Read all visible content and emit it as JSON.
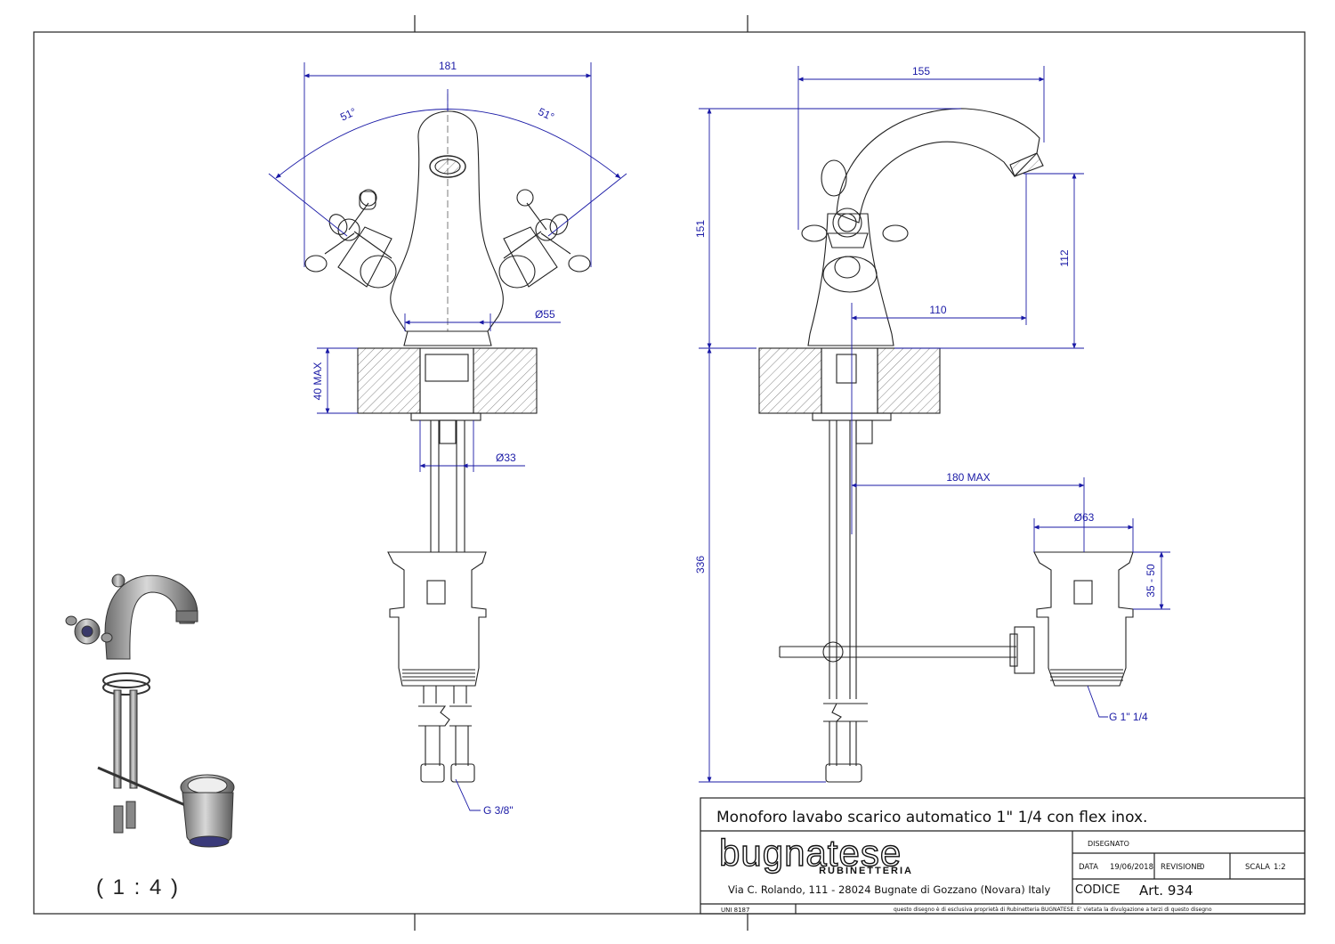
{
  "dimensions": {
    "front_width": "181",
    "angle_left": "51°",
    "angle_right": "51°",
    "base_diameter": "Ø55",
    "max_thickness": "40 MAX",
    "shank_diameter": "Ø33",
    "pipe_thread": "G 3/8\"",
    "spout_reach": "155",
    "total_height": "151",
    "spout_height": "112",
    "spout_offset": "110",
    "rod_length": "180 MAX",
    "waste_diameter": "Ø63",
    "waste_height": "35 - 50",
    "below_height": "336",
    "waste_thread": "G 1\" 1/4"
  },
  "scale_label": "( 1 : 4 )",
  "title_block": {
    "description": "Monoforo lavabo scarico automatico 1\" 1/4 con flex inox.",
    "brand": "bugnatese",
    "brand_sub": "RUBINETTERIA",
    "address": "Via C. Rolando, 111 - 28024 Bugnate di Gozzano (Novara) Italy",
    "drawn_label": "DISEGNATO",
    "date_label": "DATA",
    "date_value": "19/06/2018",
    "revision_label": "REVISIONE",
    "revision_value": "0",
    "scale_label": "SCALA",
    "scale_value": "1:2",
    "code_label": "CODICE",
    "code_value": "Art. 934",
    "standard": "UNI 8187",
    "disclaimer": "questo disegno è di esclusiva proprietà di Rubinetteria BUGNATESE. E' vietata la divulgazione a terzi di questo disegno"
  },
  "colors": {
    "dimension": "#1a1aa6",
    "line": "#222222",
    "hatch": "#555555"
  }
}
